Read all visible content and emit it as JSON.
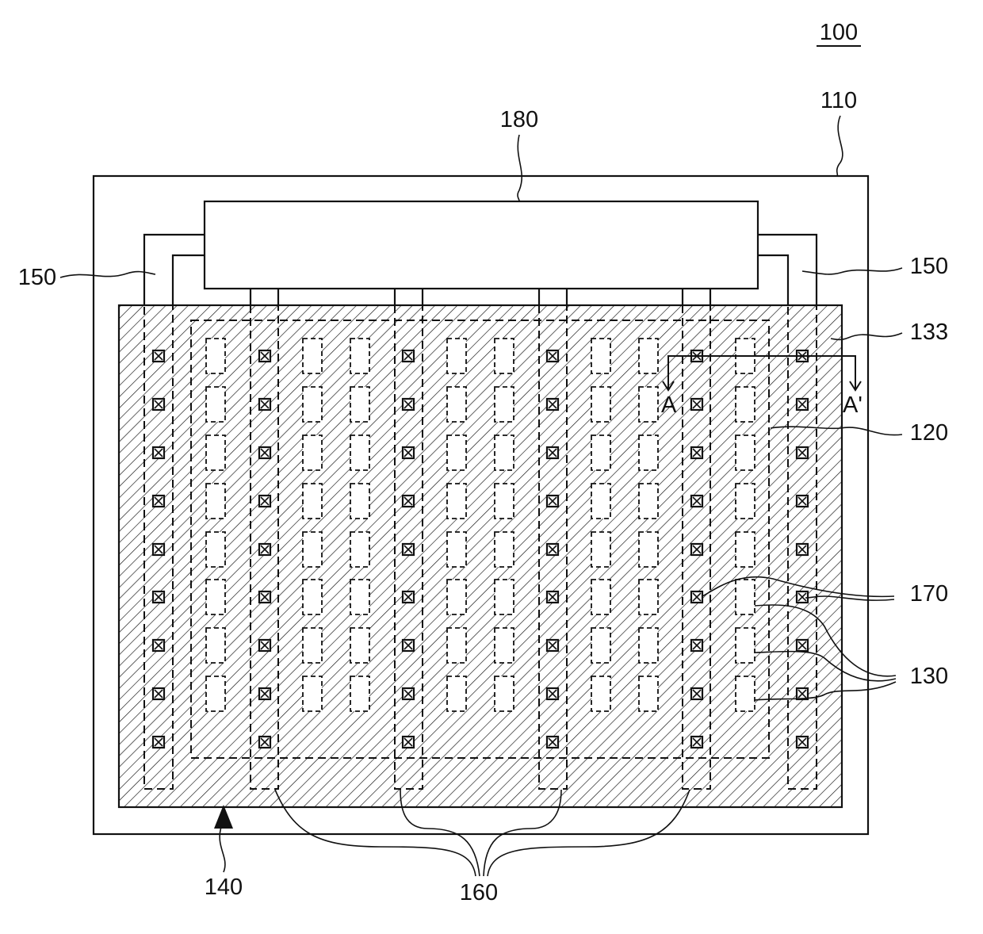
{
  "figure": {
    "ref_main": "100",
    "labels": {
      "substrate": "110",
      "chip": "180",
      "wire_left": "150",
      "wire_right": "150",
      "hatched_layer": "133",
      "dashed_region": "120",
      "contacts": "170",
      "dashed_cells": "130",
      "arrow_indicator": "140",
      "strips": "160"
    },
    "section": {
      "start": "A",
      "end": "A'"
    }
  },
  "colors": {
    "line": "#111111",
    "background": "#ffffff"
  }
}
